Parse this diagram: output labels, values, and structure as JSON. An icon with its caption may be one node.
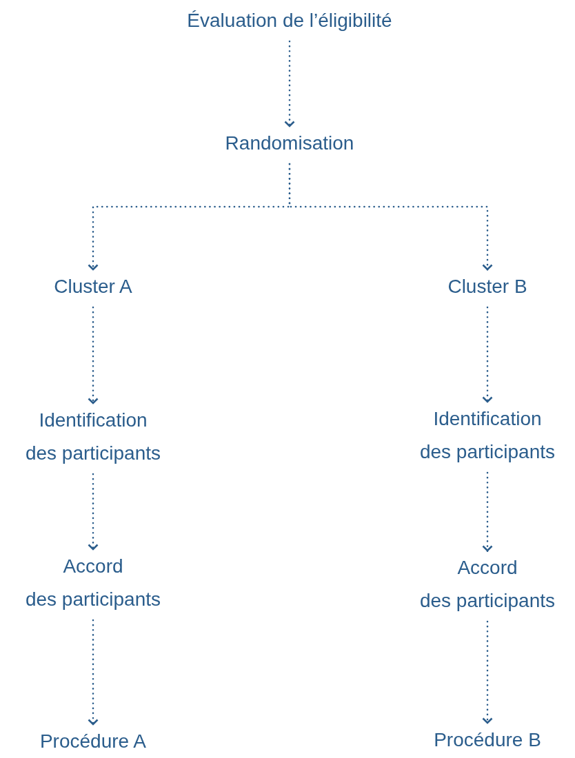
{
  "diagram": {
    "nodes": [
      {
        "text": [
          "Évaluation de l’éligibilité"
        ]
      },
      {
        "text": [
          "Randomisation"
        ]
      },
      {
        "text": [
          "Cluster A"
        ]
      },
      {
        "text": [
          "Cluster B"
        ]
      },
      {
        "text": [
          "Identification des participants"
        ]
      },
      {
        "text": [
          "Identification des participants"
        ]
      },
      {
        "text": [
          "Accord des participants"
        ]
      },
      {
        "text": [
          "Accord des participants"
        ]
      },
      {
        "text": [
          "Procédure A"
        ]
      },
      {
        "text": [
          "Procédure B"
        ]
      }
    ],
    "edges": [
      {
        "from": 0,
        "to": 1,
        "arrow": "to"
      },
      {
        "from": 1,
        "to": 2,
        "arrow": "to"
      },
      {
        "from": 1,
        "to": 3,
        "arrow": "to"
      },
      {
        "from": 2,
        "to": 4,
        "arrow": "to"
      },
      {
        "from": 3,
        "to": 5,
        "arrow": "to"
      },
      {
        "from": 4,
        "to": 6,
        "arrow": "to"
      },
      {
        "from": 5,
        "to": 7,
        "arrow": "to"
      },
      {
        "from": 6,
        "to": 8,
        "arrow": "to"
      },
      {
        "from": 7,
        "to": 9,
        "arrow": "to"
      }
    ]
  }
}
